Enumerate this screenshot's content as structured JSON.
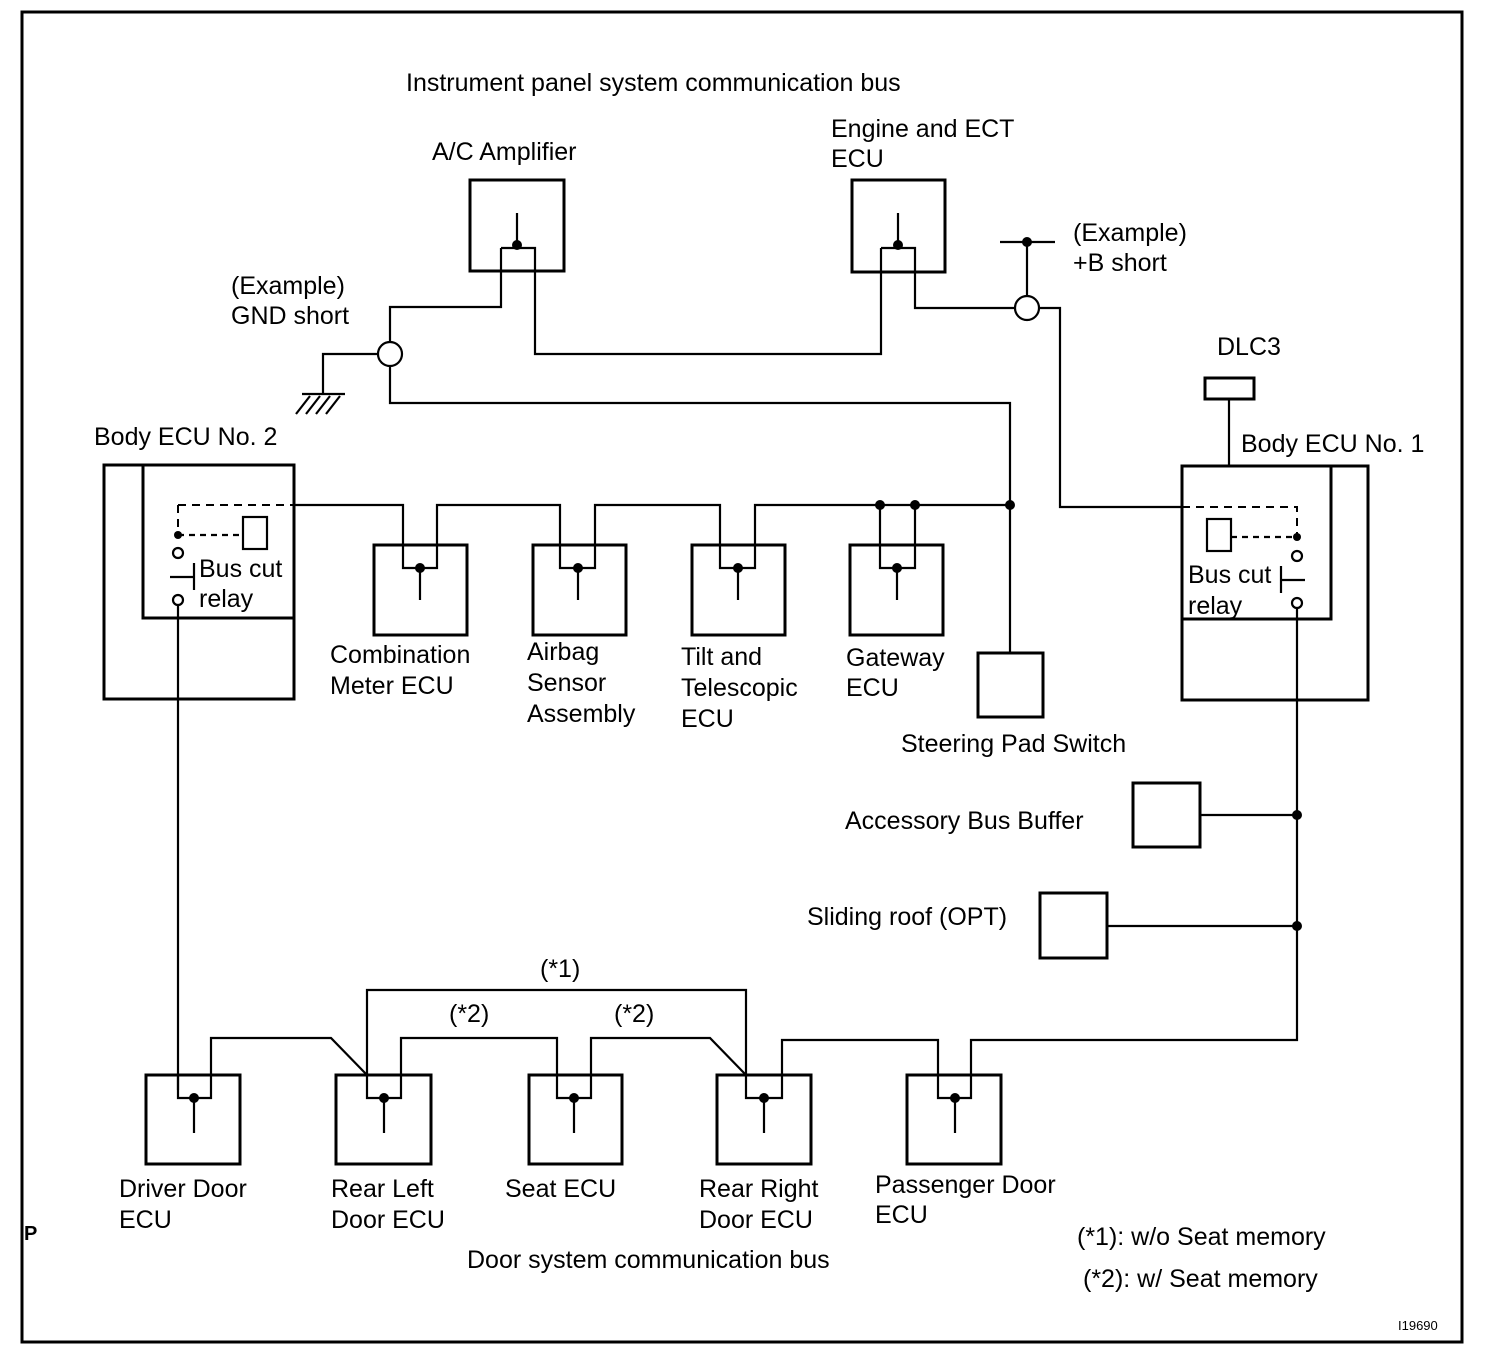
{
  "labels": {
    "ip_bus": "Instrument panel system communication bus",
    "ac_amplifier": "A/C Amplifier",
    "engine_ecu_1": "Engine and ECT",
    "engine_ecu_2": "ECU",
    "gnd_short_1": "(Example)",
    "gnd_short_2": "GND short",
    "b_short_1": "(Example)",
    "b_short_2": "+B short",
    "dlc3": "DLC3",
    "body_ecu2": "Body ECU No. 2",
    "body_ecu1": "Body ECU No. 1",
    "bus_cut_1": "Bus cut",
    "relay": "relay",
    "combination_1": "Combination",
    "combination_2": "Meter ECU",
    "airbag_1": "Airbag",
    "airbag_2": "Sensor",
    "airbag_3": "Assembly",
    "tilt_1": "Tilt and",
    "tilt_2": "Telescopic",
    "tilt_3": "ECU",
    "gateway_1": "Gateway",
    "gateway_2": "ECU",
    "steering_pad": "Steering Pad Switch",
    "accessory_bus": "Accessory Bus Buffer",
    "sliding_roof": "Sliding roof (OPT)",
    "note1_mark": "(*1)",
    "note2_mark": "(*2)",
    "driver_door_1": "Driver Door",
    "driver_door_2": "ECU",
    "rear_left_1": "Rear Left",
    "rear_left_2": "Door ECU",
    "seat_ecu": "Seat ECU",
    "rear_right_1": "Rear Right",
    "rear_right_2": "Door ECU",
    "passenger_1": "Passenger Door",
    "passenger_2": "ECU",
    "door_bus": "Door system communication bus",
    "legend_1": "(*1): w/o Seat memory",
    "legend_2": "(*2): w/ Seat memory",
    "corner_p": "P",
    "figure_id": "I19690"
  }
}
